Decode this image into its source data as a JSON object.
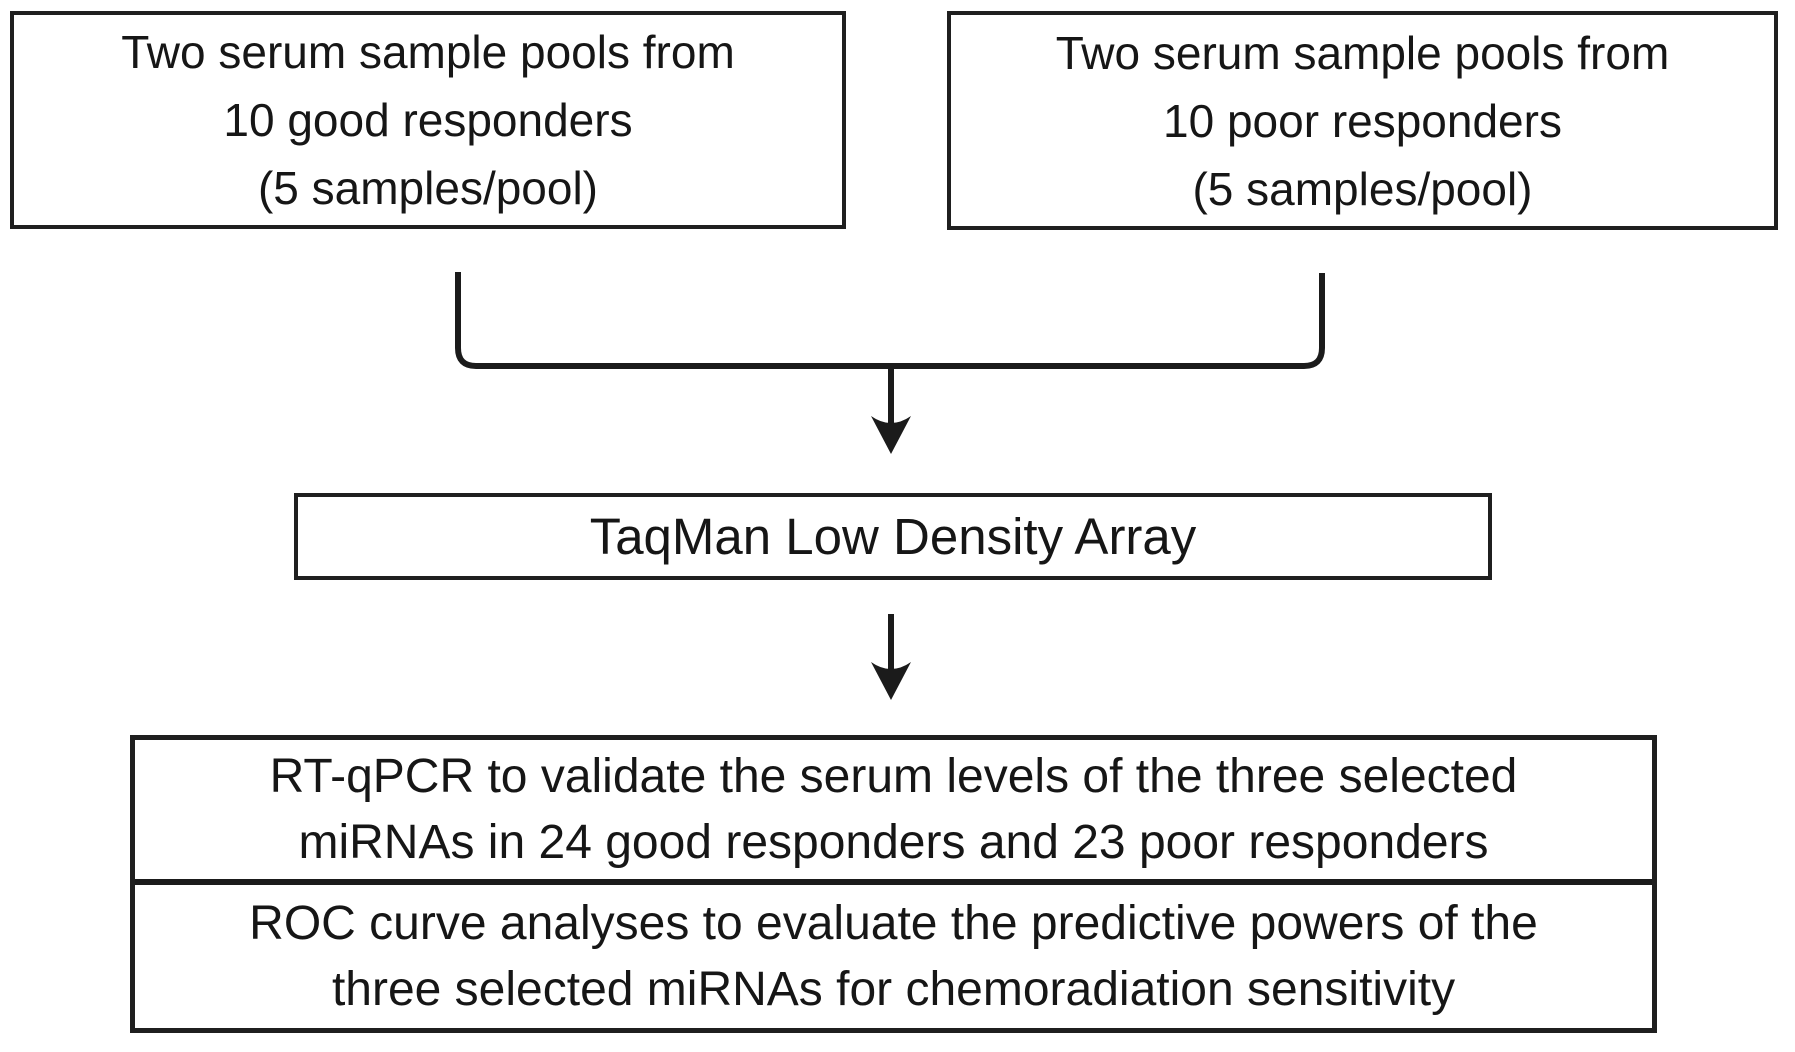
{
  "figure": {
    "background": "#ffffff",
    "line_color": "#1b1b1b",
    "text_color": "#161616"
  },
  "boxes": {
    "good_pool": {
      "lines": [
        "Two serum sample pools from",
        "10 good responders",
        "(5 samples/pool)"
      ]
    },
    "poor_pool": {
      "lines": [
        "Two serum sample pools from",
        "10 poor responders",
        "(5 samples/pool)"
      ]
    },
    "tlda": {
      "label": "TaqMan Low Density Array"
    },
    "validation": {
      "lines": [
        "RT-qPCR to validate the serum levels of the three selected",
        "miRNAs in 24 good responders and 23 poor responders"
      ]
    },
    "roc": {
      "lines": [
        "ROC curve analyses to evaluate the predictive powers of the",
        "three selected miRNAs for chemoradiation sensitivity"
      ]
    }
  }
}
